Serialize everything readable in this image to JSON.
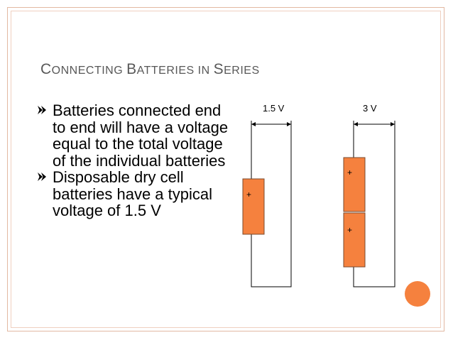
{
  "slide": {
    "title_parts": [
      {
        "text": "C",
        "cls": "cap"
      },
      {
        "text": "ONNECTING ",
        "cls": "sc"
      },
      {
        "text": "B",
        "cls": "cap"
      },
      {
        "text": "ATTERIES IN ",
        "cls": "sc"
      },
      {
        "text": "S",
        "cls": "cap"
      },
      {
        "text": "ERIES",
        "cls": "sc"
      }
    ],
    "bullets": [
      "Batteries connected end to end will have a voltage equal to the total voltage of the individual batteries",
      "Disposable dry cell batteries have a typical voltage of 1.5 V"
    ],
    "bullet_icon": "arrow-check-bullet-icon"
  },
  "diagram": {
    "left_label": "1.5 V",
    "right_label": "3 V",
    "plus_sign": "+",
    "battery_color": "#f5813e",
    "battery_border": "#7a4a2e"
  },
  "colors": {
    "title": "#585858",
    "frame": "#e2b8a2",
    "accent_dot": "#f5813e"
  }
}
